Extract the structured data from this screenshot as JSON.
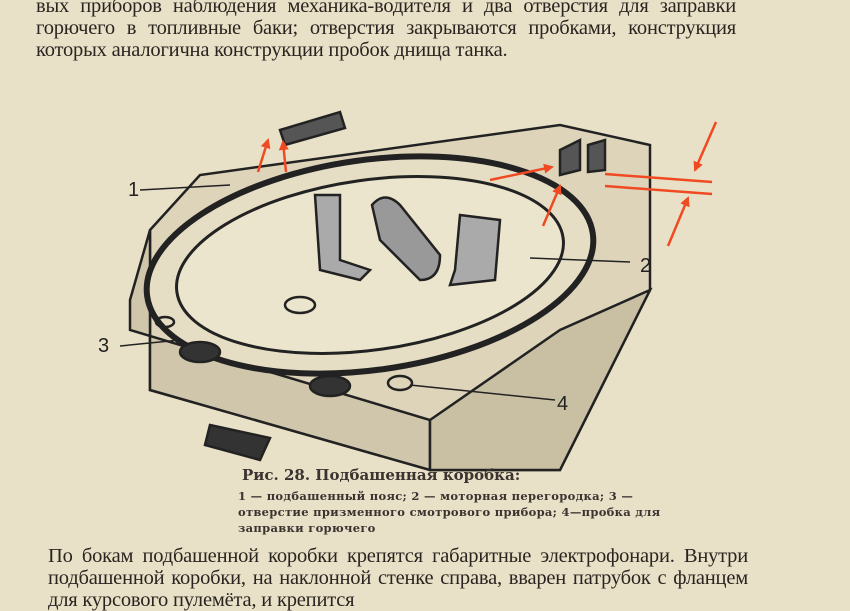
{
  "paragraph_top": "вых приборов наблюдения механика-водителя и два отверстия для заправки горючего в топливные баки; отверстия закрываются пробками, конструкция которых аналогична конструкции пробок днища танка.",
  "figure": {
    "labels": [
      "1",
      "2",
      "3",
      "4"
    ],
    "caption_title": "Рис. 28. Подбашенная коробка:",
    "caption_legend": "1 — подбашенный пояс; 2 — моторная перегородка; 3 — отверстие призменного смотрового прибора; 4—пробка для заправки горючего",
    "annotation_color": "#f04a23"
  },
  "paragraph_bottom": "По бокам подбашенной коробки крепятся габаритные электрофонари. Внутри подбашенной коробки, на наклонной стенке справа, вварен патрубок с фланцем для курсового пулемёта, и крепится"
}
